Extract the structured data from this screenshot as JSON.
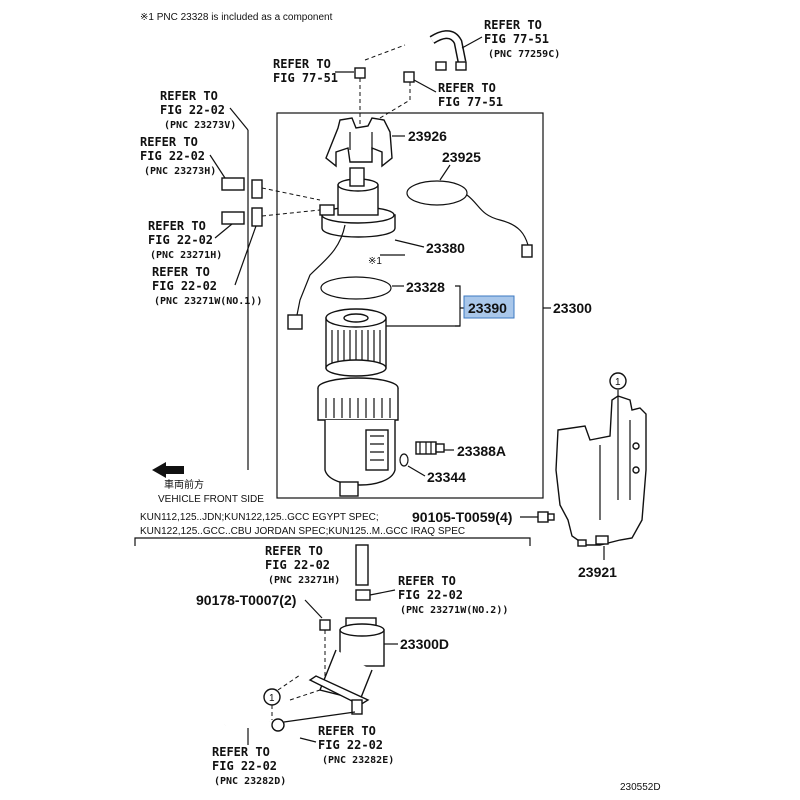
{
  "note": "※1 PNC 23328 is included as a component",
  "refs": {
    "r1": {
      "a": "REFER TO",
      "b": "FIG 77-51",
      "c": "(PNC 77259C)"
    },
    "r2": {
      "a": "REFER TO",
      "b": "FIG 77-51"
    },
    "r3": {
      "a": "REFER TO",
      "b": "FIG 77-51"
    },
    "r4": {
      "a": "REFER TO",
      "b": "FIG 22-02",
      "c": "(PNC 23273V)"
    },
    "r5": {
      "a": "REFER TO",
      "b": "FIG 22-02",
      "c": "(PNC 23273H)"
    },
    "r6": {
      "a": "REFER TO",
      "b": "FIG 22-02",
      "c": "(PNC 23271H)"
    },
    "r7": {
      "a": "REFER TO",
      "b": "FIG 22-02",
      "c": "(PNC 23271W(NO.1))"
    },
    "r8": {
      "a": "REFER TO",
      "b": "FIG 22-02",
      "c": "(PNC 23271H)"
    },
    "r9": {
      "a": "REFER TO",
      "b": "FIG 22-02",
      "c": "(PNC 23271W(NO.2))"
    },
    "r10": {
      "a": "REFER TO",
      "b": "FIG 22-02",
      "c": "(PNC 23282E)"
    },
    "r11": {
      "a": "REFER TO",
      "b": "FIG 22-02",
      "c": "(PNC 23282D)"
    }
  },
  "parts": {
    "p23926": "23926",
    "p23925": "23925",
    "p23380": "23380",
    "p23380note": "※1",
    "p23328": "23328",
    "p23390": "23390",
    "p23300": "23300",
    "p23388A": "23388A",
    "p23344": "23344",
    "p90105": "90105-T0059(4)",
    "p23921": "23921",
    "p90178": "90178-T0007(2)",
    "p23300D": "23300D",
    "circle1": "1",
    "circle1b": "1"
  },
  "front": {
    "jp": "車両前方",
    "en": "VEHICLE FRONT SIDE"
  },
  "spec": {
    "line1": "KUN112,125..JDN;KUN122,125..GCC EGYPT SPEC;",
    "line2": "KUN122,125..GCC..CBU JORDAN SPEC;KUN125..M..GCC IRAQ SPEC"
  },
  "code": "230552D",
  "colors": {
    "highlight": "#a9c7ea",
    "highlight_border": "#3c78c2"
  }
}
